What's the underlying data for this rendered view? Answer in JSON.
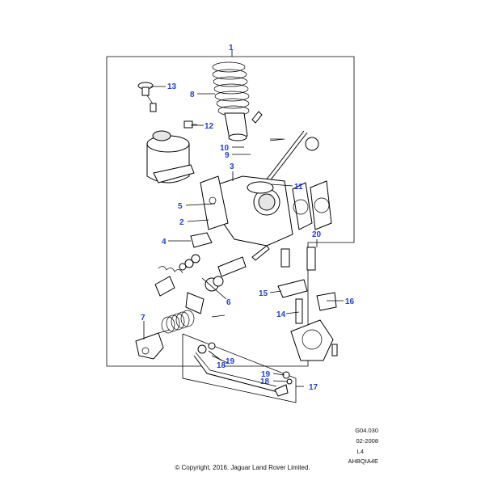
{
  "callouts": {
    "c1": "1",
    "c2": "2",
    "c3": "3",
    "c4": "4",
    "c5": "5",
    "c6": "6",
    "c7": "7",
    "c8": "8",
    "c9": "9",
    "c10": "10",
    "c11": "11",
    "c12": "12",
    "c13": "13",
    "c14": "14",
    "c15": "15",
    "c16": "16",
    "c17": "17",
    "c18a": "18",
    "c18b": "18",
    "c19a": "19",
    "c19b": "19",
    "c20": "20"
  },
  "meta": {
    "code": "G04.030",
    "date": "02-2008",
    "level": "L4",
    "image_id": "AHBQIA4E"
  },
  "copyright": "© Copyright, 2016. Jaguar Land Rover Limited.",
  "colors": {
    "callout": "#1f3fd6",
    "line": "#000000",
    "background": "#ffffff"
  }
}
